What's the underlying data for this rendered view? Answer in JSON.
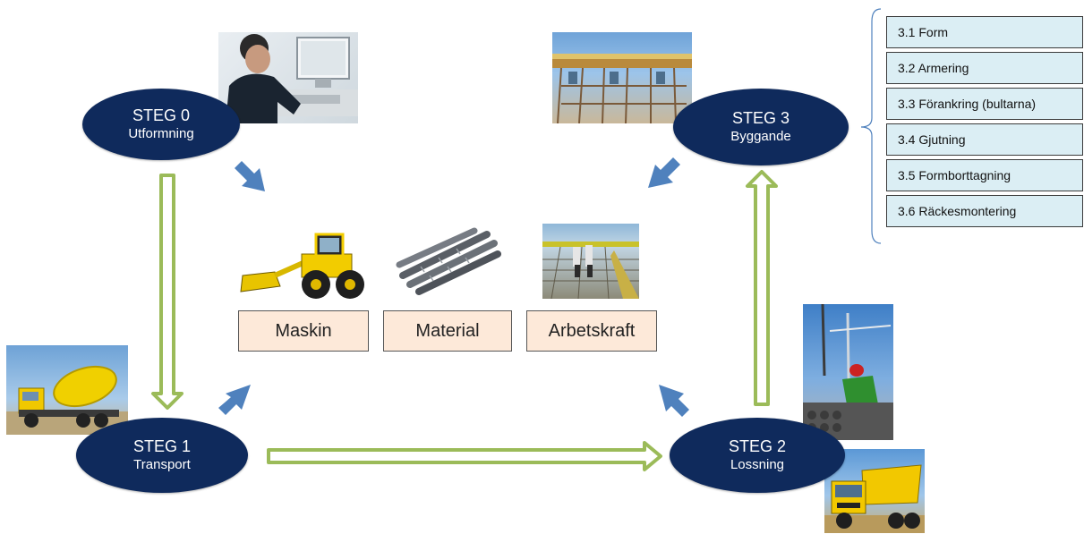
{
  "steps": [
    {
      "title": "STEG 0",
      "subtitle": "Utformning"
    },
    {
      "title": "STEG 1",
      "subtitle": "Transport"
    },
    {
      "title": "STEG 2",
      "subtitle": "Lossning"
    },
    {
      "title": "STEG 3",
      "subtitle": "Byggande"
    }
  ],
  "resources": [
    "Maskin",
    "Material",
    "Arbetskraft"
  ],
  "substeps": [
    "3.1 Form",
    "3.2 Armering",
    "3.3 Förankring (bultarna)",
    "3.4 Gjutning",
    "3.5 Formborttagning",
    "3.6 Räckesmontering"
  ],
  "colors": {
    "ellipse": "#0f2a5c",
    "resource_fill": "#fde9d9",
    "substep_fill": "#dbeef4",
    "green_arrow": "#9bbb59",
    "blue_arrow": "#4f81bd"
  },
  "icons": [
    "office-worker-photo",
    "formwork-photo",
    "concrete-mixer-truck-photo",
    "wheel-loader-photo",
    "rebar-photo",
    "construction-workers-photo",
    "crane-worker-photo",
    "dump-truck-photo"
  ]
}
